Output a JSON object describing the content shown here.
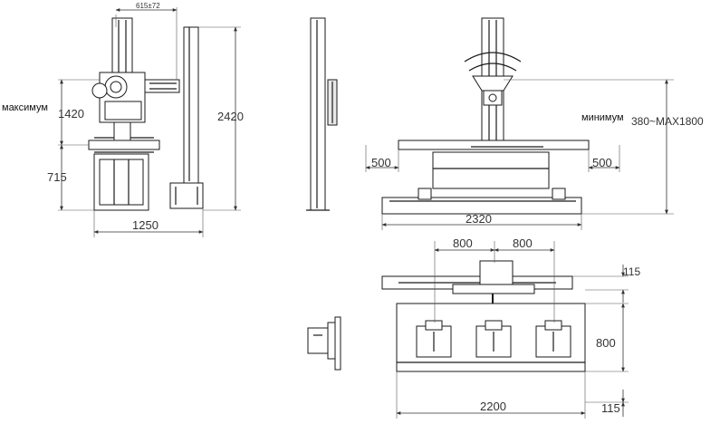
{
  "views": {
    "front": {
      "dim_width": "1250",
      "dim_height_total": "2420",
      "dim_upper": "1420",
      "dim_lower": "715",
      "dim_top": "615±72",
      "label_max": "максимум"
    },
    "right": {
      "dim_width": "2320",
      "dim_left_ext": "500",
      "dim_right_ext": "500",
      "label_min": "минимум",
      "dim_range": "380~MAX1800"
    },
    "plan": {
      "dim_left_span": "800",
      "dim_right_span": "800",
      "dim_top_offset": "115",
      "dim_depth": "800",
      "dim_bottom_offset": "115",
      "dim_width": "2200"
    }
  }
}
